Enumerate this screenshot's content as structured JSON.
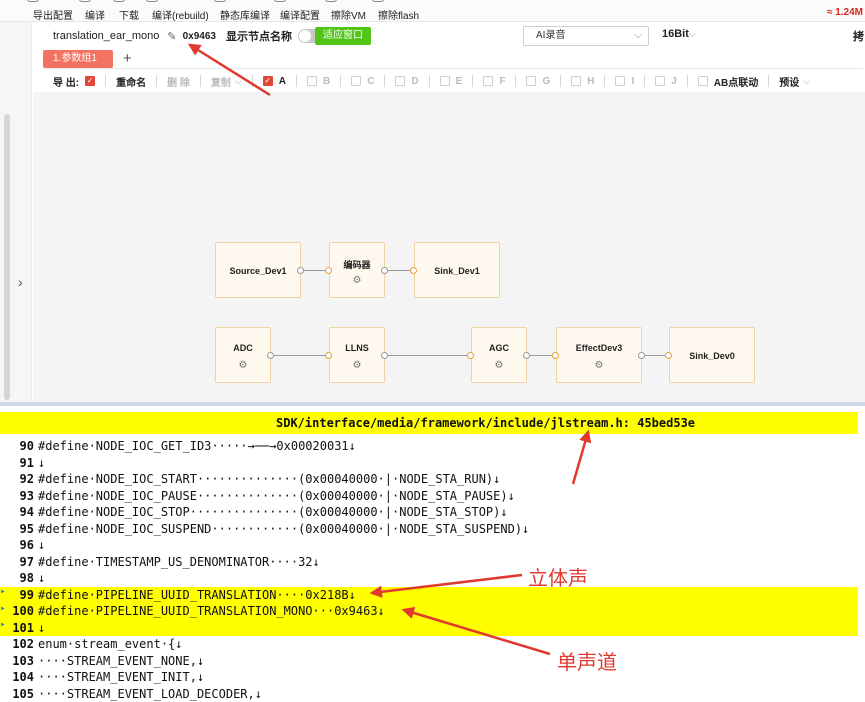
{
  "toolbar": {
    "buttons": [
      {
        "label": "导出配置"
      },
      {
        "label": "编译"
      },
      {
        "label": "下载"
      },
      {
        "label": "编译(rebuild)"
      },
      {
        "label": "静态库编译"
      },
      {
        "label": "编译配置"
      },
      {
        "label": "擦除VM"
      },
      {
        "label": "擦除flash"
      }
    ],
    "net_speed": "≈ 1.24M"
  },
  "editor": {
    "project_name": "translation_ear_mono",
    "project_id": "0x9463",
    "show_node_name_label": "显示节点名称",
    "fit_window_button": "适应窗口",
    "source_select": "AI录音",
    "bit_select": "16Bit",
    "right_cut_text": "拷",
    "tab_label": "1.参数组1",
    "tab_add": "+",
    "export_label": "导 出:",
    "rename_label": "重命名",
    "delete_label": "删 除",
    "copy_label": "复制",
    "channels": [
      {
        "label": "A",
        "checked": true
      },
      {
        "label": "B",
        "checked": false
      },
      {
        "label": "C",
        "checked": false
      },
      {
        "label": "D",
        "checked": false
      },
      {
        "label": "E",
        "checked": false
      },
      {
        "label": "F",
        "checked": false
      },
      {
        "label": "G",
        "checked": false
      },
      {
        "label": "H",
        "checked": false
      },
      {
        "label": "I",
        "checked": false
      },
      {
        "label": "J",
        "checked": false
      }
    ],
    "ab_link_label": "AB点联动",
    "preset_label": "预设"
  },
  "graph": {
    "nodes": {
      "source_dev1": "Source_Dev1",
      "encoder": "编码器",
      "sink_dev1": "Sink_Dev1",
      "adc": "ADC",
      "llns": "LLNS",
      "agc": "AGC",
      "effect_dev3": "EffectDev3",
      "sink_dev0": "Sink_Dev0"
    }
  },
  "code": {
    "file_header": "SDK/interface/media/framework/include/jlstream.h: 45bed53e",
    "lines": [
      {
        "num": "90",
        "text": "#define·NODE_IOC_GET_ID3·····→──→0x00020031↓"
      },
      {
        "num": "91",
        "text": "↓"
      },
      {
        "num": "92",
        "text": "#define·NODE_IOC_START··············(0x00040000·|·NODE_STA_RUN)↓"
      },
      {
        "num": "93",
        "text": "#define·NODE_IOC_PAUSE··············(0x00040000·|·NODE_STA_PAUSE)↓"
      },
      {
        "num": "94",
        "text": "#define·NODE_IOC_STOP···············(0x00040000·|·NODE_STA_STOP)↓"
      },
      {
        "num": "95",
        "text": "#define·NODE_IOC_SUSPEND············(0x00040000·|·NODE_STA_SUSPEND)↓"
      },
      {
        "num": "96",
        "text": "↓"
      },
      {
        "num": "97",
        "text": "#define·TIMESTAMP_US_DENOMINATOR····32↓"
      },
      {
        "num": "98",
        "text": "↓"
      },
      {
        "num": "99",
        "text": "#define·PIPELINE_UUID_TRANSLATION····0x218B↓"
      },
      {
        "num": "100",
        "text": "#define·PIPELINE_UUID_TRANSLATION_MONO···0x9463↓"
      },
      {
        "num": "101",
        "text": "↓"
      },
      {
        "num": "102",
        "text": "enum·stream_event·{↓"
      },
      {
        "num": "103",
        "text": "····STREAM_EVENT_NONE,↓"
      },
      {
        "num": "104",
        "text": "····STREAM_EVENT_INIT,↓"
      },
      {
        "num": "105",
        "text": "····STREAM_EVENT_LOAD_DECODER,↓"
      }
    ]
  },
  "annotations": {
    "stereo": "立体声",
    "mono": "单声道"
  },
  "colors": {
    "highlight": "#ffff00",
    "arrow": "#e03a2f",
    "fit_button": "#52c41a",
    "tab": "#f37262"
  }
}
